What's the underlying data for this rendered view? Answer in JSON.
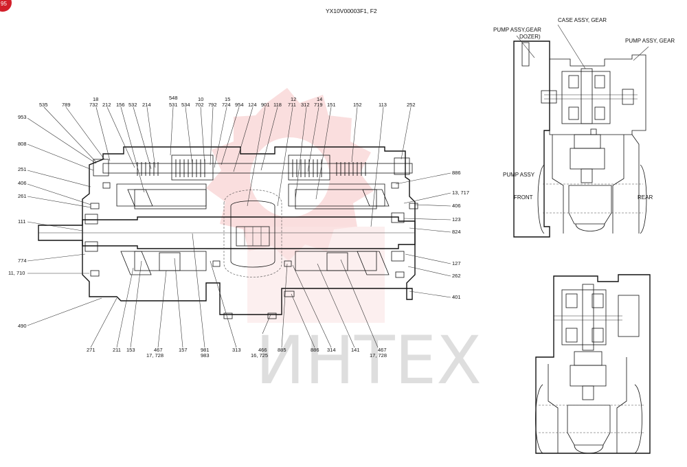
{
  "title": "YX10V00003F1, F2",
  "page_badge": "95",
  "watermark": "ИНТЕХ",
  "callouts_top": [
    "535",
    "789",
    "18",
    "732",
    "212",
    "156",
    "532",
    "214",
    "548",
    "531",
    "534",
    "10",
    "702",
    "792",
    "15",
    "724",
    "954",
    "124",
    "901",
    "118",
    "12",
    "711",
    "312",
    "14",
    "719",
    "151",
    "152",
    "113",
    "252"
  ],
  "callouts_left": [
    "953",
    "808",
    "251",
    "406",
    "261",
    "111",
    "774",
    "11, 710",
    "490"
  ],
  "callouts_right": [
    "886",
    "13, 717",
    "406",
    "123",
    "824",
    "127",
    "262",
    "401"
  ],
  "callouts_bottom": [
    "271",
    "211",
    "153",
    "467",
    "17, 728",
    "157",
    "981",
    "983",
    "313",
    "466",
    "16, 725",
    "885",
    "886",
    "314",
    "141",
    "467",
    "17, 728"
  ],
  "side_labels": {
    "pump_assy_gear_dozer_1": "PUMP ASSY,GEAR",
    "pump_assy_gear_dozer_2": "DOZER)",
    "case_assy_gear": "CASE ASSY, GEAR",
    "pump_assy_gear": "PUMP ASSY, GEAR",
    "pump_assy": "PUMP ASSY",
    "front": "FRONT",
    "rear": "REAR"
  }
}
